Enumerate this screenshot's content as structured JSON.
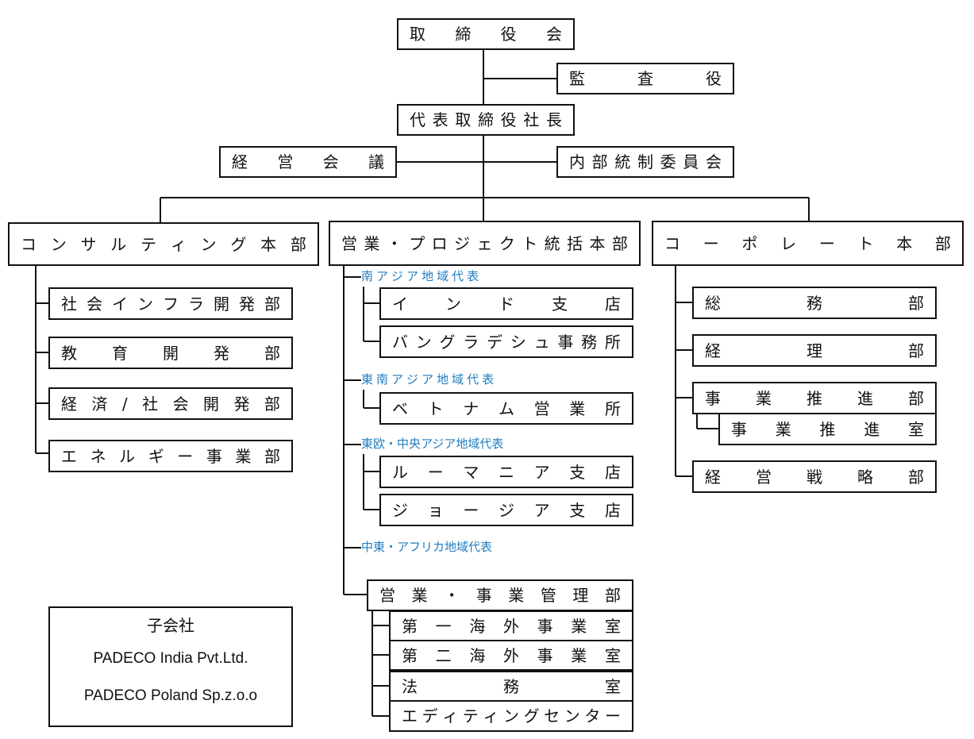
{
  "top": {
    "board": "取締役会",
    "auditor": "監査役",
    "president": "代表取締役社長",
    "management_meeting": "経営会議",
    "internal_control_committee": "内部統制委員会"
  },
  "consulting": {
    "title": "コンサルティング本部",
    "departments": [
      "社会インフラ開発部",
      "教育開発部",
      "経済/社会開発部",
      "エネルギー事業部"
    ]
  },
  "sales": {
    "title": "営業・プロジェクト統括本部",
    "regions": [
      {
        "name": "南アジア地域代表",
        "offices": [
          "インド支店",
          "バングラデシュ事務所"
        ]
      },
      {
        "name": "東南アジア地域代表",
        "offices": [
          "ベトナム営業所"
        ]
      },
      {
        "name": "東欧・中央アジア地域代表",
        "offices": [
          "ルーマニア支店",
          "ジョージア支店"
        ]
      },
      {
        "name": "中東・アフリカ地域代表",
        "offices": []
      }
    ],
    "business_management": {
      "title": "営業・事業管理部",
      "sections": [
        "第一海外事業室",
        "第二海外事業室",
        "法務室",
        "エディティングセンター"
      ]
    }
  },
  "corporate": {
    "title": "コーポレート本部",
    "departments": [
      "総務部",
      "経理部",
      "事業推進部",
      "経営戦略部"
    ],
    "business_promotion_office": "事業推進室"
  },
  "subsidiaries": {
    "title": "子会社",
    "names": [
      "PADECO India Pvt.Ltd.",
      "PADECO Poland Sp.z.o.o"
    ]
  },
  "colors": {
    "region_label": "#1f7dbf",
    "line": "#111111"
  }
}
